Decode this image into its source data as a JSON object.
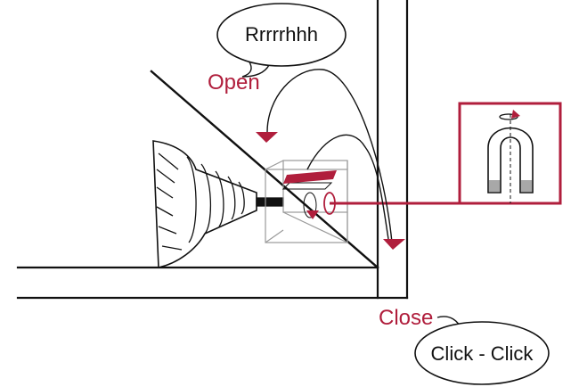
{
  "labels": {
    "open": "Open",
    "close": "Close",
    "sound_open": "Rrrrrhhh",
    "sound_close": "Click - Click"
  },
  "colors": {
    "accent": "#b01e3c",
    "ink": "#111111",
    "line_light": "#9a9a9a",
    "magnet_pole": "#a8a8a8"
  },
  "icons": {
    "magnet": "horseshoe-magnet-icon",
    "rotation": "rotation-arrow-icon",
    "drill": "power-drill-icon",
    "lock": "cabinet-lock-icon"
  }
}
